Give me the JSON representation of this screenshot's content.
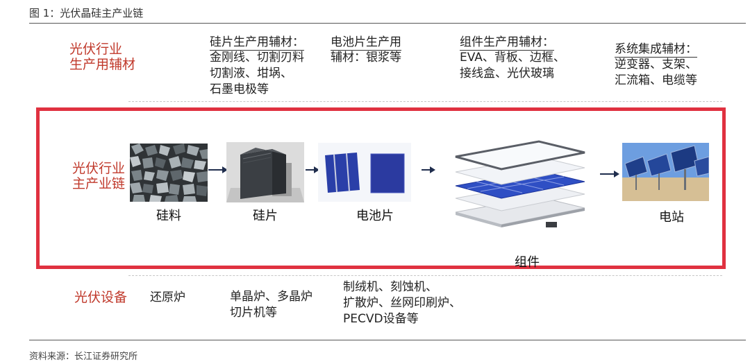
{
  "figure_title": "图 1：光伏晶硅主产业链",
  "source": "资料来源：长江证券研究所",
  "auxiliary": {
    "row_label": [
      "光伏行业",
      "生产用辅材"
    ],
    "categories": [
      {
        "head": "硅片生产用辅材：",
        "lines": [
          "金刚线、切割刃料",
          "切割液、坩埚、",
          "石墨电极等"
        ]
      },
      {
        "head": "电池片生产用",
        "lines": [
          "辅材：银浆等"
        ]
      },
      {
        "head": "组件生产用辅材：",
        "lines": [
          "EVA、背板、边框、",
          "接线盒、光伏玻璃"
        ]
      },
      {
        "head": "系统集成辅材：",
        "lines": [
          "逆变器、支架、",
          "汇流箱、电缆等"
        ]
      }
    ]
  },
  "chain": {
    "row_label": [
      "光伏行业",
      "主产业链"
    ],
    "stages": [
      "硅料",
      "硅片",
      "电池片",
      "组件",
      "电站"
    ],
    "colors": {
      "frame": "#e03140",
      "label": "#c0392b",
      "arrow": "#1f2d4d"
    }
  },
  "equipment": {
    "row_label": "光伏设备",
    "items": [
      {
        "lines": [
          "还原炉"
        ]
      },
      {
        "lines": [
          "单晶炉、多晶炉",
          "切片机等"
        ]
      },
      {
        "lines": [
          "制绒机、刻蚀机、",
          "扩散炉、丝网印刷炉、",
          "PECVD设备等"
        ]
      }
    ]
  }
}
